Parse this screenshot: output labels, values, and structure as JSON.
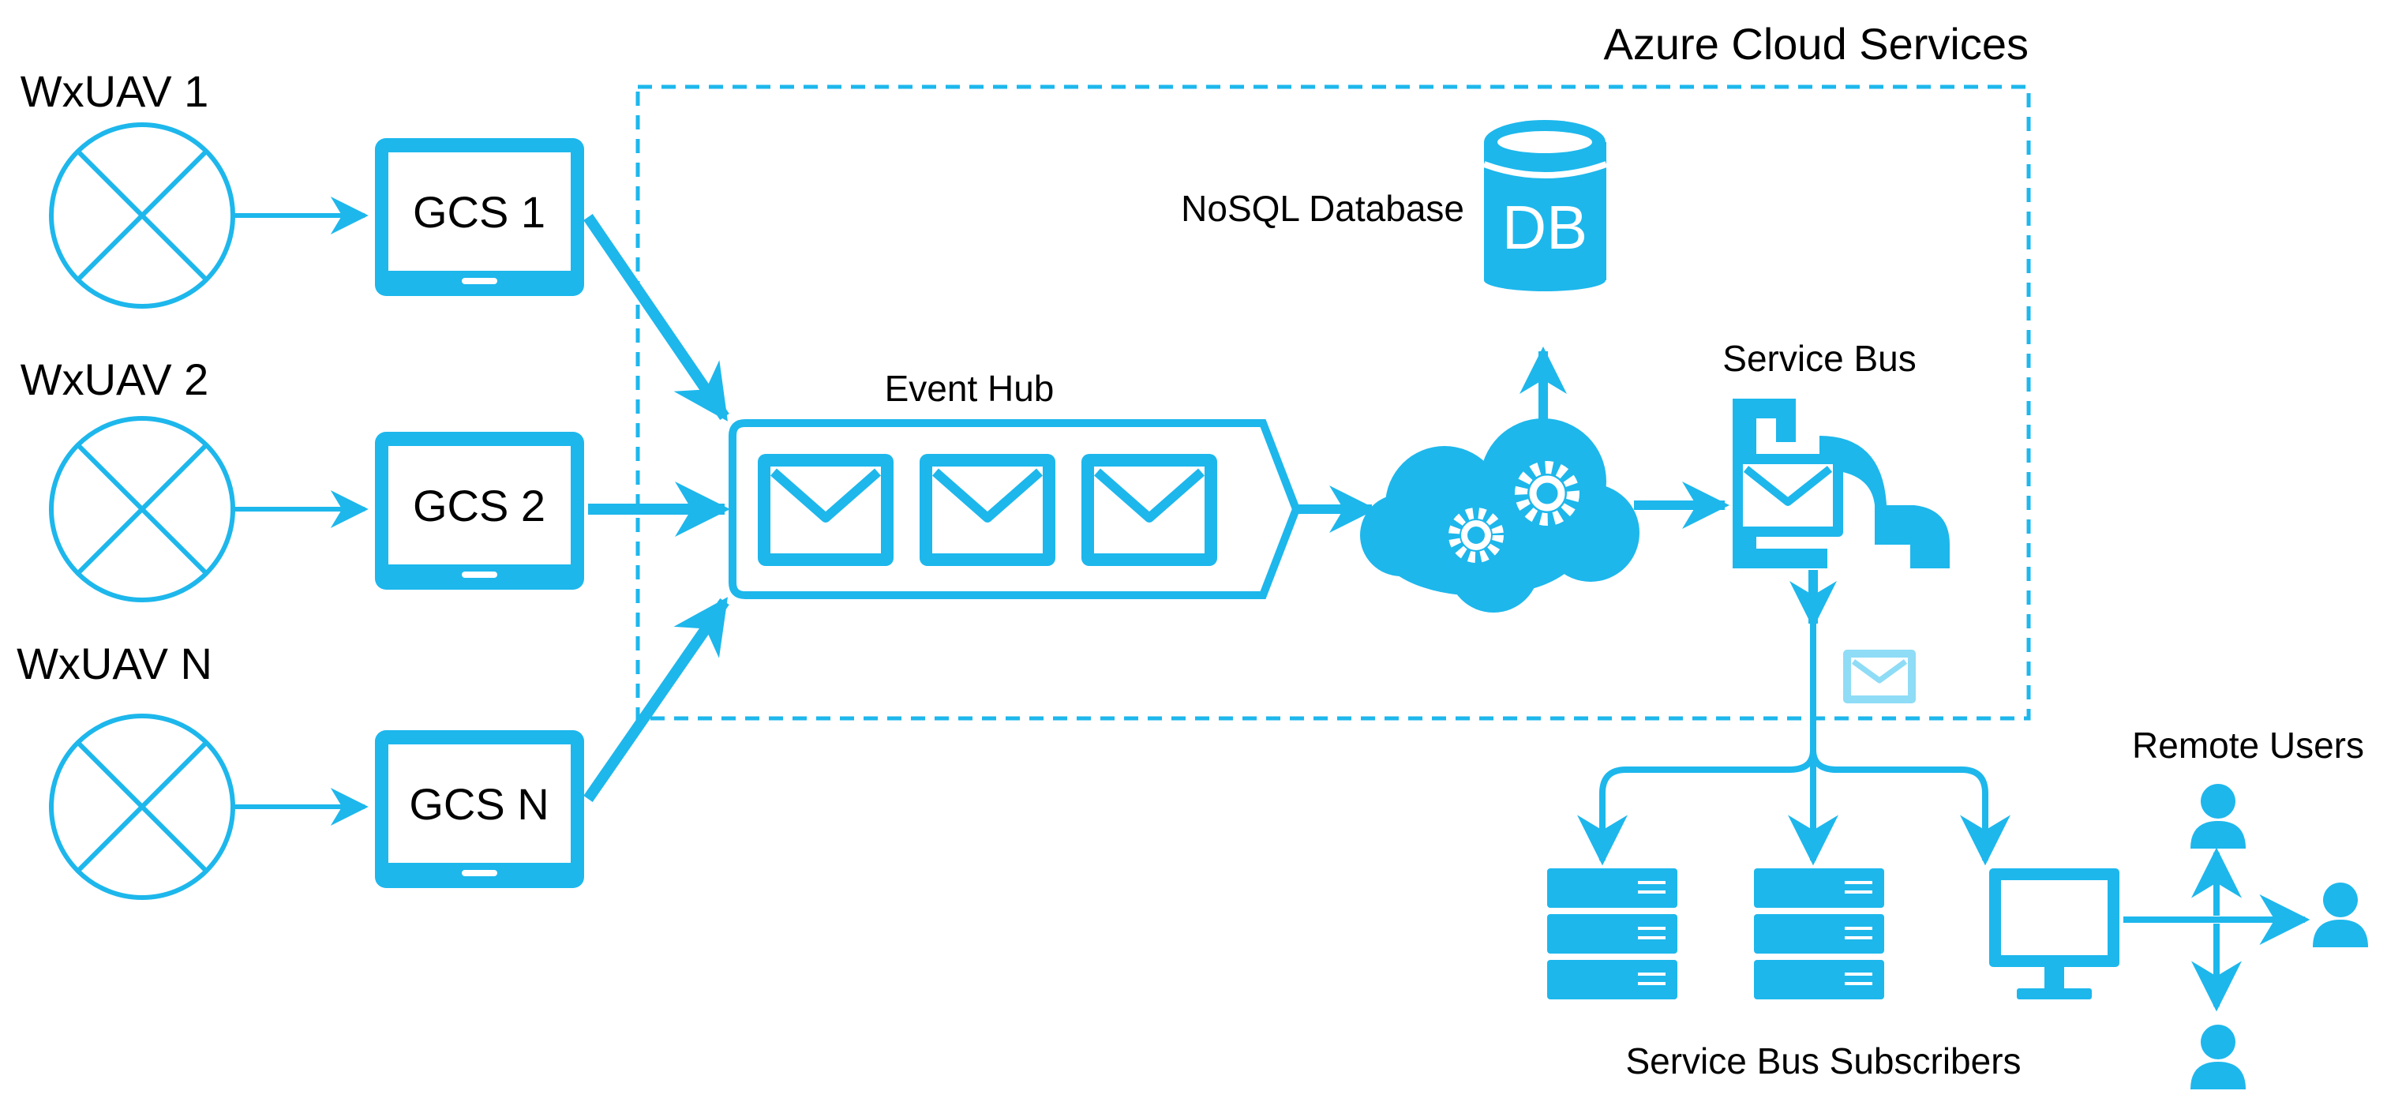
{
  "colors": {
    "accent": "#1db7ec",
    "accent_light": "#8fdcf6",
    "text": "#000000"
  },
  "cloud_region": {
    "title": "Azure Cloud Services"
  },
  "uavs": [
    {
      "label": "WxUAV 1",
      "icon": "uav-cross-circle-icon"
    },
    {
      "label": "WxUAV 2",
      "icon": "uav-cross-circle-icon"
    },
    {
      "label": "WxUAV N",
      "icon": "uav-cross-circle-icon"
    }
  ],
  "gcs": [
    {
      "label": "GCS 1",
      "icon": "tablet-icon"
    },
    {
      "label": "GCS 2",
      "icon": "tablet-icon"
    },
    {
      "label": "GCS N",
      "icon": "tablet-icon"
    }
  ],
  "event_hub": {
    "label": "Event Hub",
    "icon": "message-queue-icon"
  },
  "database": {
    "label": "NoSQL Database",
    "icon_text": "DB",
    "icon": "database-cylinder-icon"
  },
  "processing": {
    "icon": "cloud-gears-icon"
  },
  "service_bus": {
    "label": "Service Bus",
    "icon": "service-bus-icon"
  },
  "message": {
    "icon": "envelope-icon"
  },
  "subscribers": {
    "label": "Service Bus Subscribers",
    "icons": [
      "server-rack-icon",
      "server-rack-icon",
      "monitor-icon"
    ]
  },
  "remote_users": {
    "label": "Remote Users",
    "icon": "user-icon"
  }
}
